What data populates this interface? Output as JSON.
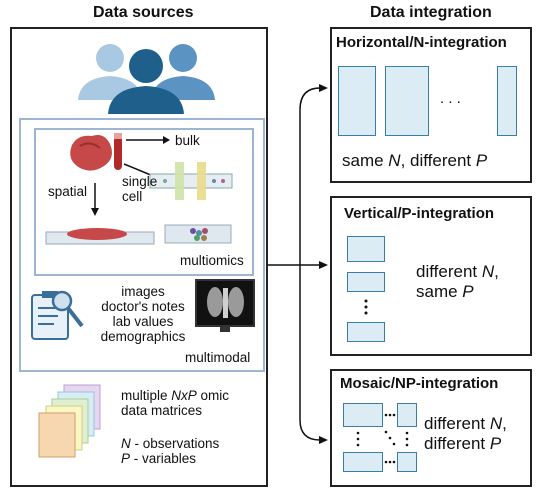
{
  "left_panel": {
    "title": "Data sources",
    "tissue": {
      "bulk": "bulk",
      "spatial": "spatial",
      "single_cell": "single\ncell",
      "multiomics": "multiomics"
    },
    "clinical": {
      "items": [
        "images",
        "doctor's notes",
        "lab values",
        "demographics"
      ],
      "multimodal": "multimodal"
    },
    "matrices": {
      "line1_pre": "multiple ",
      "line1_italic": "NxP",
      "line1_post": " omic",
      "line2": "data matrices",
      "n_symbol": "N",
      "n_desc": " - observations",
      "p_symbol": "P",
      "p_desc": " - variables"
    }
  },
  "right_panel": {
    "title": "Data integration",
    "horizontal": {
      "title": "Horizontal/N-integration",
      "dots": ". . .",
      "caption_pre": "same ",
      "caption_n": "N",
      "caption_mid": ", different ",
      "caption_p": "P"
    },
    "vertical": {
      "title": "Vertical/P-integration",
      "line1_pre": "different ",
      "line1_n": "N",
      "line1_post": ",",
      "line2_pre": "same ",
      "line2_p": "P"
    },
    "mosaic": {
      "title": "Mosaic/NP-integration",
      "line1_pre": "different ",
      "line1_n": "N",
      "line1_post": ",",
      "line2_pre": "different ",
      "line2_p": "P"
    }
  },
  "colors": {
    "people_light": "#a9c9e3",
    "people_mid": "#5b93c2",
    "people_dark": "#1f5f8b",
    "matrix_fill": "#dcecf5",
    "matrix_border": "#3a7da6",
    "inner_frame": "#9db6d6"
  }
}
